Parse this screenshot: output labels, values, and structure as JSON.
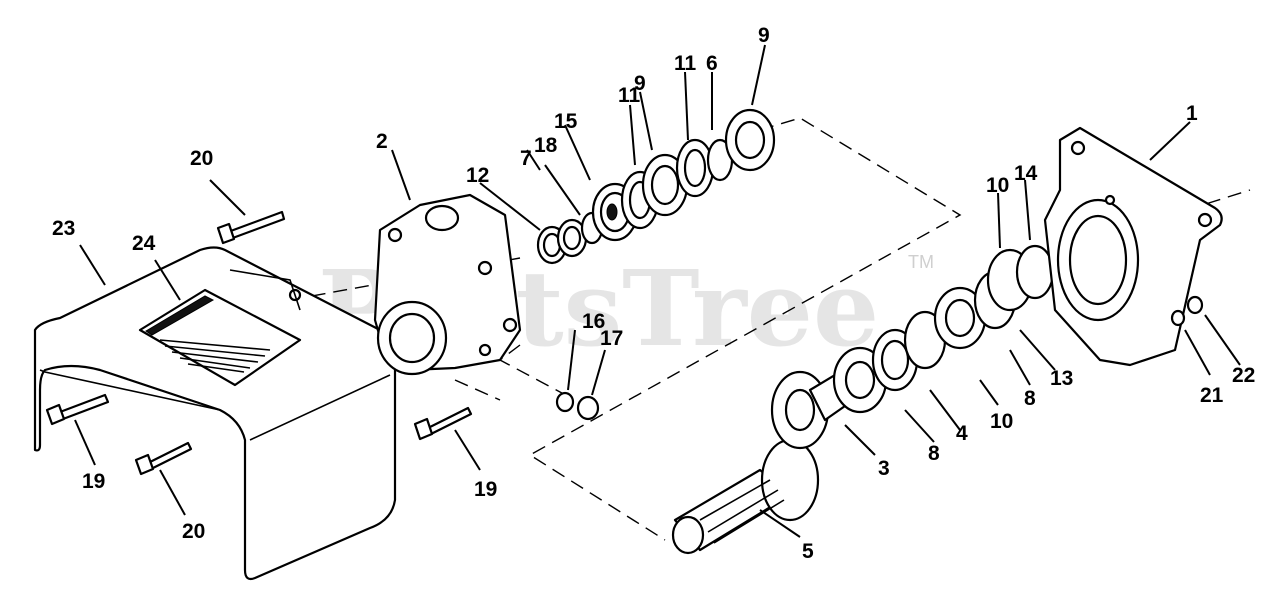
{
  "watermark": {
    "text": "PartsTree",
    "trademark": "TM"
  },
  "callouts": [
    {
      "id": "c1",
      "label": "1"
    },
    {
      "id": "c2",
      "label": "2"
    },
    {
      "id": "c3",
      "label": "3"
    },
    {
      "id": "c4",
      "label": "4"
    },
    {
      "id": "c5",
      "label": "5"
    },
    {
      "id": "c6",
      "label": "6"
    },
    {
      "id": "c7",
      "label": "7"
    },
    {
      "id": "c8a",
      "label": "8"
    },
    {
      "id": "c8b",
      "label": "8"
    },
    {
      "id": "c9a",
      "label": "9"
    },
    {
      "id": "c9b",
      "label": "9"
    },
    {
      "id": "c10a",
      "label": "10"
    },
    {
      "id": "c10b",
      "label": "10"
    },
    {
      "id": "c11a",
      "label": "11"
    },
    {
      "id": "c11b",
      "label": "11"
    },
    {
      "id": "c12",
      "label": "12"
    },
    {
      "id": "c13",
      "label": "13"
    },
    {
      "id": "c14",
      "label": "14"
    },
    {
      "id": "c15",
      "label": "15"
    },
    {
      "id": "c16",
      "label": "16"
    },
    {
      "id": "c17",
      "label": "17"
    },
    {
      "id": "c18",
      "label": "18"
    },
    {
      "id": "c19a",
      "label": "19"
    },
    {
      "id": "c19b",
      "label": "19"
    },
    {
      "id": "c20a",
      "label": "20"
    },
    {
      "id": "c20b",
      "label": "20"
    },
    {
      "id": "c21",
      "label": "21"
    },
    {
      "id": "c22",
      "label": "22"
    },
    {
      "id": "c23",
      "label": "23"
    },
    {
      "id": "c24",
      "label": "24"
    }
  ]
}
